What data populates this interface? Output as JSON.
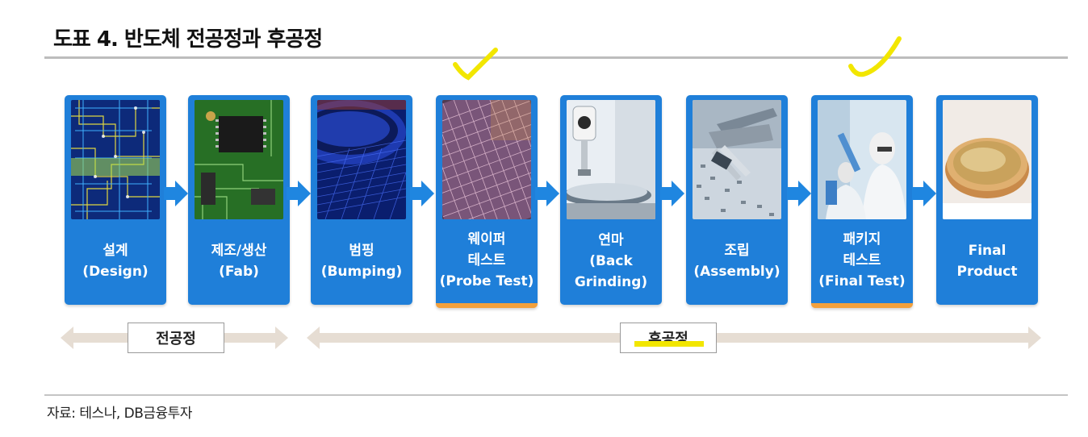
{
  "header": {
    "title": "도표 4. 반도체 전공정과 후공정"
  },
  "stages": [
    {
      "label": "설계\n(Design)",
      "highlighted": false
    },
    {
      "label": "제조/생산\n(Fab)",
      "highlighted": false
    },
    {
      "label": "범핑\n(Bumping)",
      "highlighted": false
    },
    {
      "label": "웨이퍼\n테스트\n(Probe Test)",
      "highlighted": true
    },
    {
      "label": "연마\n(Back\nGrinding)",
      "highlighted": false
    },
    {
      "label": "조립\n(Assembly)",
      "highlighted": false
    },
    {
      "label": "패키지\n테스트\n(Final Test)",
      "highlighted": true
    },
    {
      "label": "Final\nProduct",
      "highlighted": false
    }
  ],
  "phases": {
    "front": "전공정",
    "back": "후공정"
  },
  "footer": {
    "source": "자료: 테스나, DB금융투자"
  },
  "colors": {
    "stage_blue": "#1f7fd9",
    "arrow_blue": "#1f86e0",
    "highlight_orange": "#f2a03c",
    "marker_yellow": "#f2e600",
    "band_beige": "#e6ddd3"
  }
}
